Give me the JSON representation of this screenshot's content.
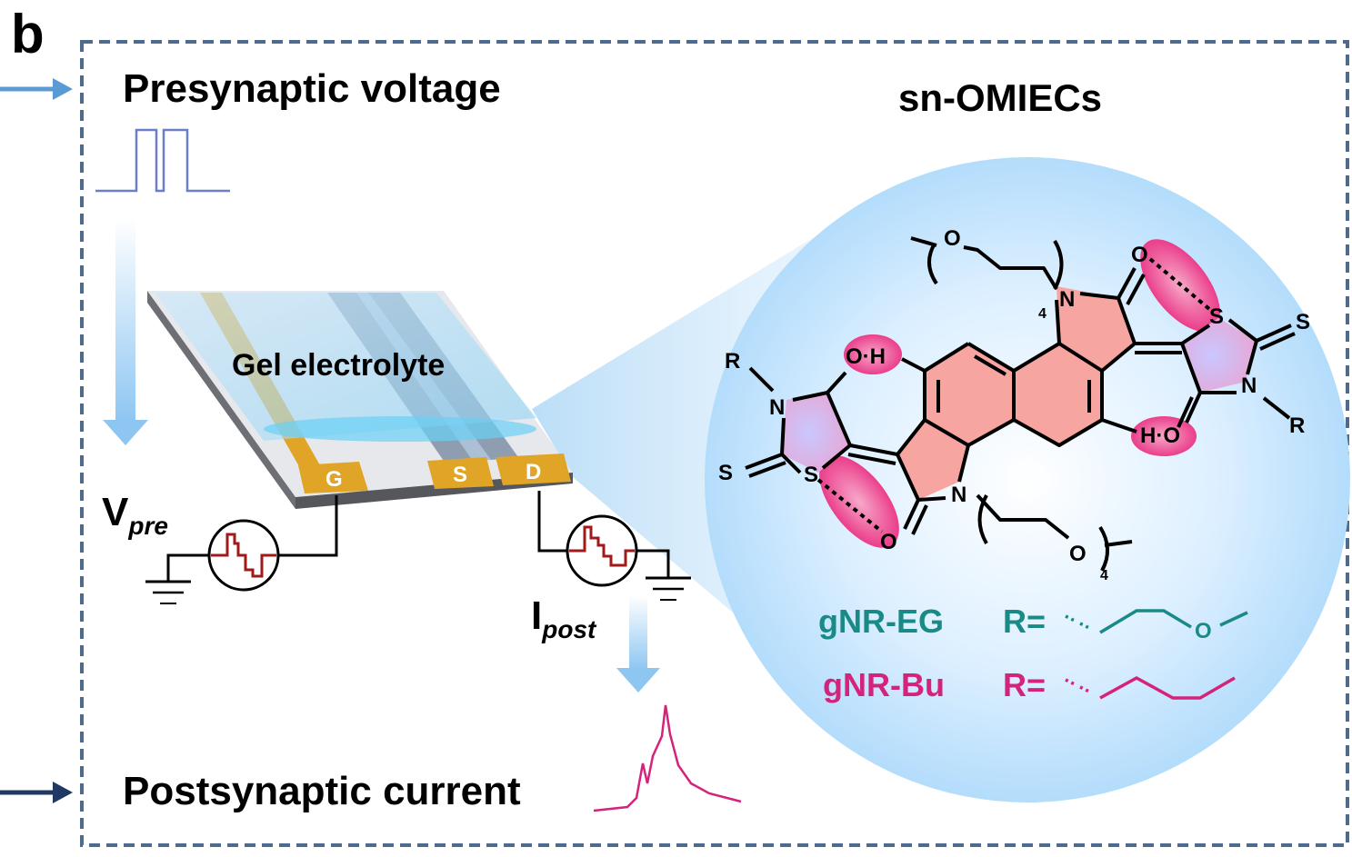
{
  "panel_letter": "b",
  "presynaptic_label": "Presynaptic voltage",
  "postsynaptic_label": "Postsynaptic current",
  "device_label": "Gel electrolyte",
  "terminals": {
    "gate": "G",
    "source": "S",
    "drain": "D"
  },
  "v_pre": {
    "main": "V",
    "sub": "pre"
  },
  "i_post": {
    "main": "I",
    "sub": "post"
  },
  "molecule_title": "sn-OMIECs",
  "molecule_atoms": {
    "O": "O",
    "N": "N",
    "S": "S",
    "R": "R",
    "OH": "O·H",
    "HO": "H·O",
    "four": "4"
  },
  "legend": [
    {
      "name": "gNR-EG",
      "prefix": "R=",
      "color": "#1a8a86"
    },
    {
      "name": "gNR-Bu",
      "prefix": "R=",
      "color": "#d4237a"
    }
  ],
  "colors": {
    "frame": "#4e6a8c",
    "arrow_in": "#5b9bd5",
    "arrow_out": "#1f3864",
    "pulse": "#6b7fc9",
    "spike": "#d4237a",
    "electrode": "#e0a526",
    "ring_pink": "#f6a5a0",
    "thiazole_blue": "#8c8ff0",
    "oval_magenta": "#e8287e"
  }
}
